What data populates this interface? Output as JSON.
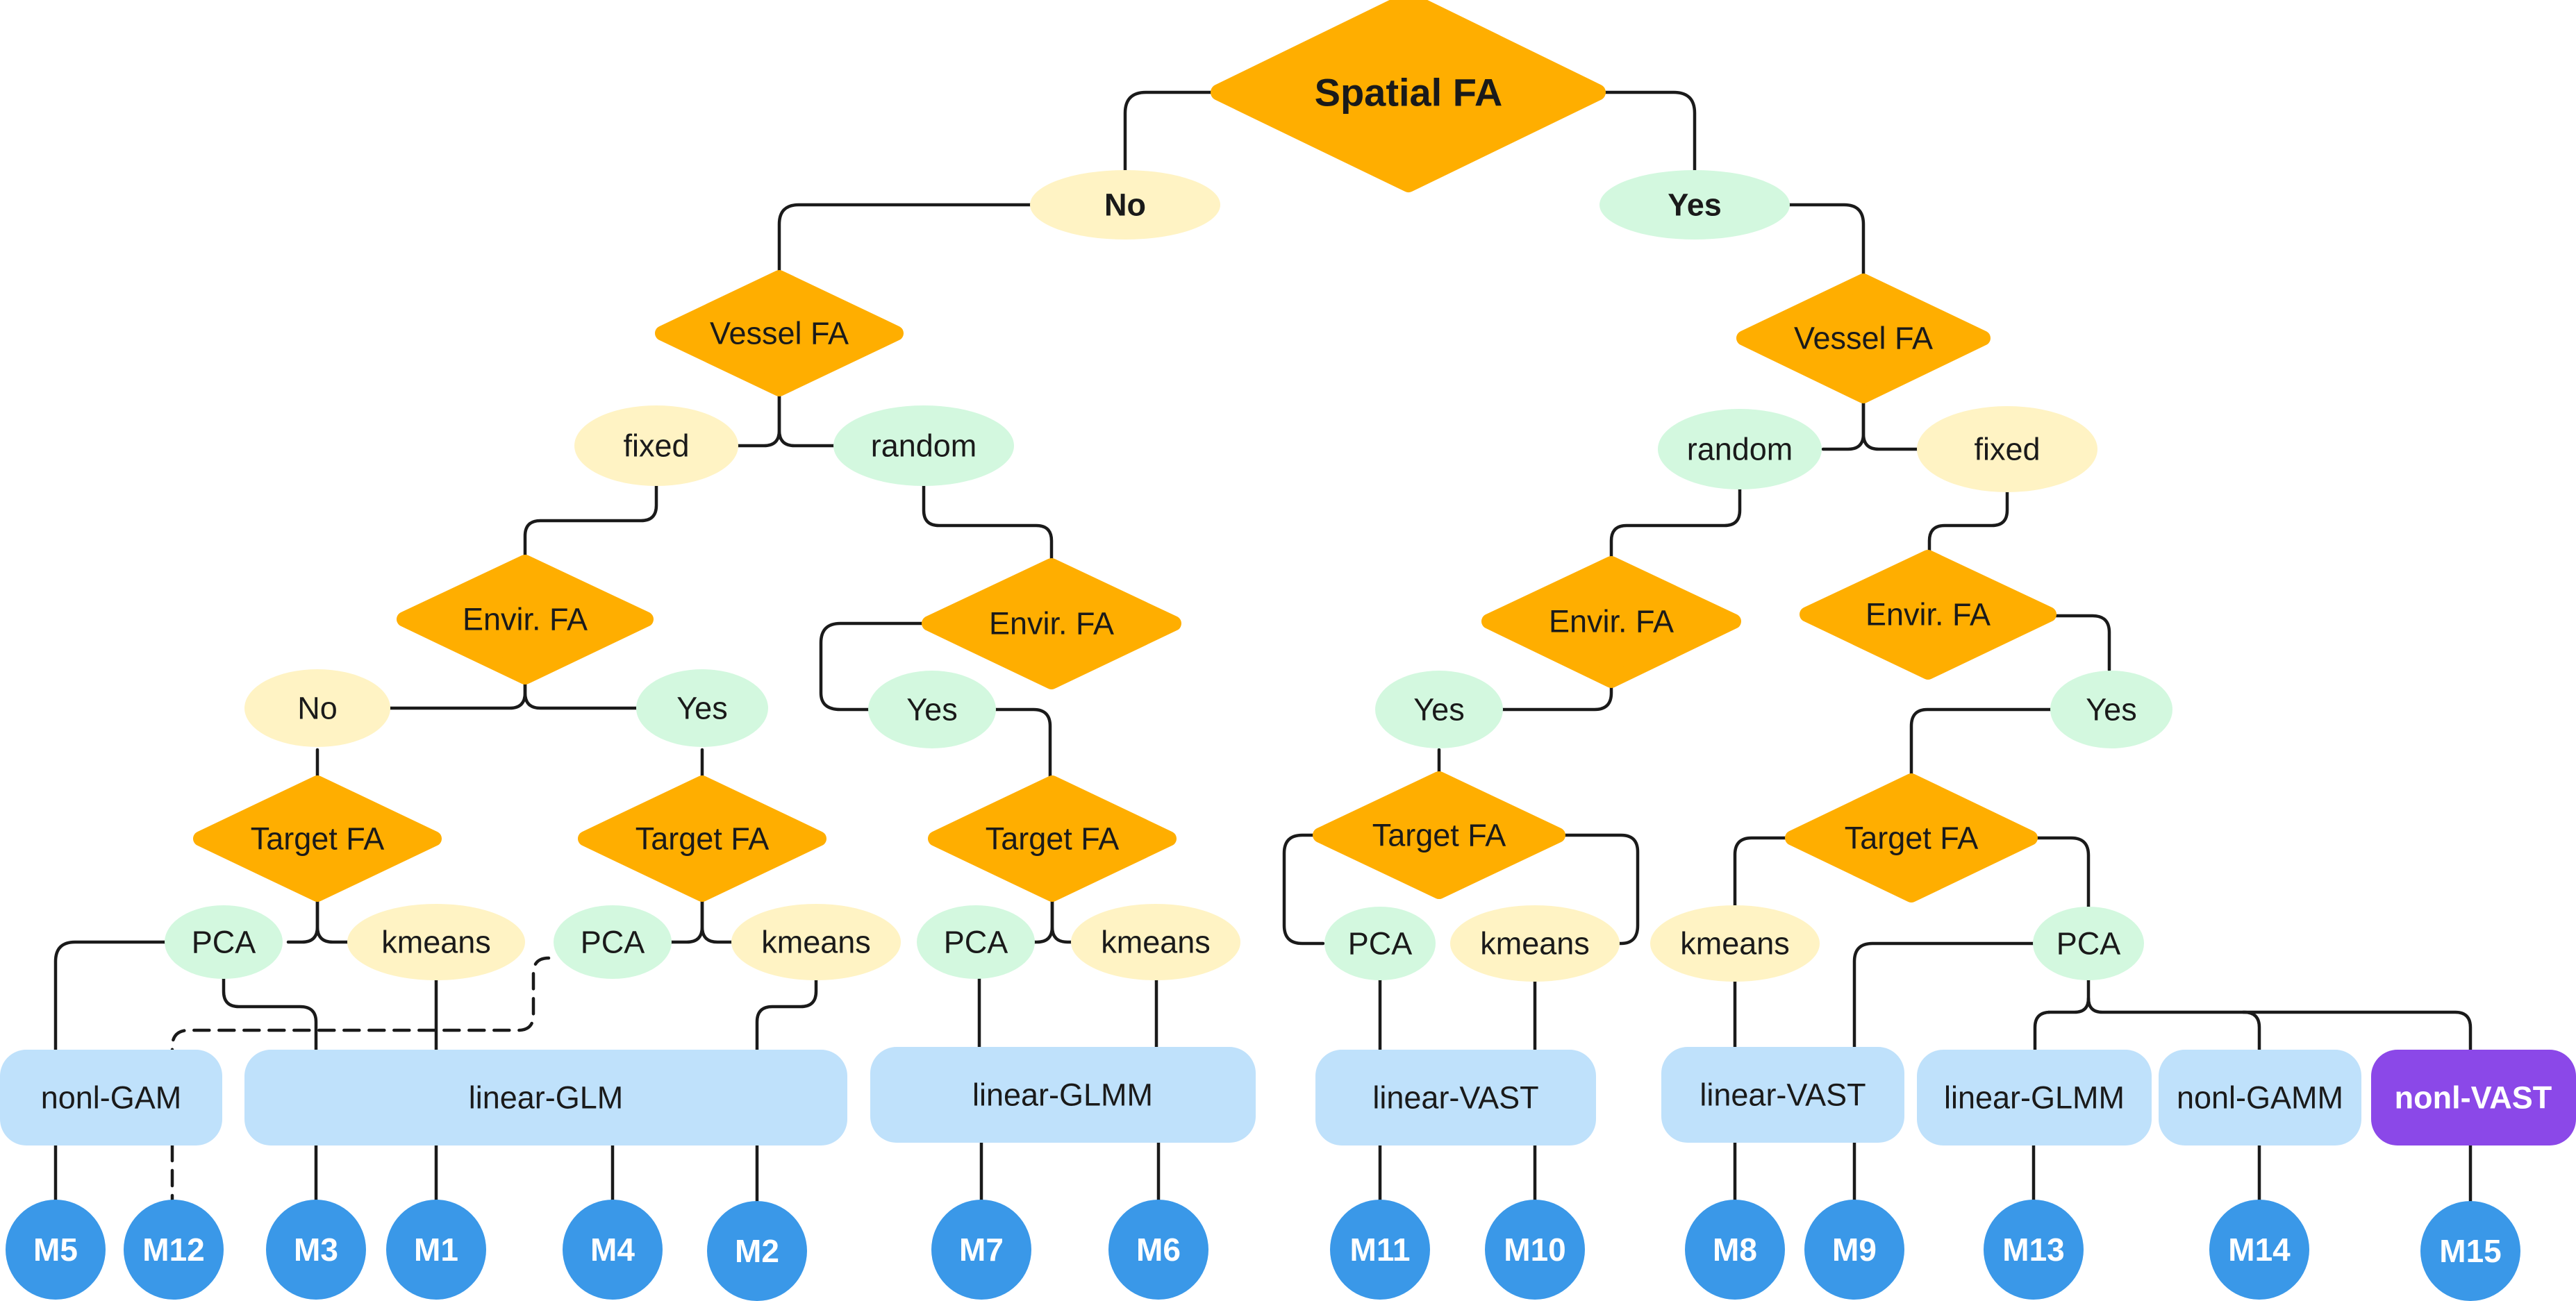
{
  "colors": {
    "decision": "#FFAE00",
    "option_yellow": "#FFF3C4",
    "option_green": "#D3F8DF",
    "model_box": "#BFE1FB",
    "model_highlight": "#8B48E8",
    "leaf": "#3A98E8",
    "edge": "#1A1A1A"
  },
  "nodes": {
    "root": "Spatial FA",
    "root_no": "No",
    "root_yes": "Yes",
    "left": {
      "vessel": "Vessel FA",
      "fixed": "fixed",
      "random": "random",
      "fixed_envir": "Envir. FA",
      "fixed_envir_no": "No",
      "fixed_envir_yes": "Yes",
      "fixed_no_target": "Target FA",
      "fixed_no_pca": "PCA",
      "fixed_no_kmeans": "kmeans",
      "fixed_yes_target": "Target FA",
      "fixed_yes_pca": "PCA",
      "fixed_yes_kmeans": "kmeans",
      "random_envir": "Envir. FA",
      "random_envir_yes": "Yes",
      "random_target": "Target FA",
      "random_pca": "PCA",
      "random_kmeans": "kmeans"
    },
    "right": {
      "vessel": "Vessel FA",
      "random": "random",
      "fixed": "fixed",
      "random_envir": "Envir. FA",
      "random_envir_yes": "Yes",
      "random_target": "Target FA",
      "random_pca": "PCA",
      "random_kmeans": "kmeans",
      "fixed_envir": "Envir. FA",
      "fixed_envir_yes": "Yes",
      "fixed_target": "Target FA",
      "fixed_kmeans": "kmeans",
      "fixed_pca": "PCA"
    }
  },
  "models": {
    "nonl_gam": "nonl-GAM",
    "linear_glm": "linear-GLM",
    "linear_glmm_left": "linear-GLMM",
    "linear_vast_left": "linear-VAST",
    "linear_vast_right": "linear-VAST",
    "linear_glmm_right": "linear-GLMM",
    "nonl_gamm": "nonl-GAMM",
    "nonl_vast": "nonl-VAST"
  },
  "leaves": [
    "M5",
    "M12",
    "M3",
    "M1",
    "M4",
    "M2",
    "M7",
    "M6",
    "M11",
    "M10",
    "M8",
    "M9",
    "M13",
    "M14",
    "M15"
  ]
}
